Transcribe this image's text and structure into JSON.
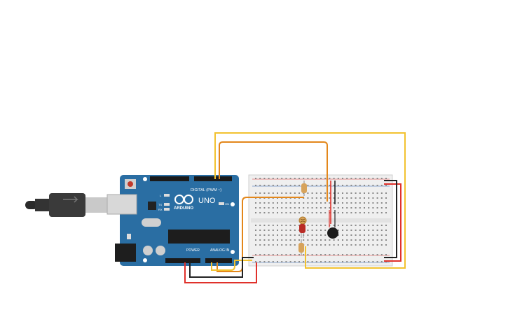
{
  "canvas": {
    "background": "#ffffff"
  },
  "arduino": {
    "brand_text": "ARDUINO",
    "model_text": "UNO",
    "digital_header_text": "DIGITAL (PWM ~)",
    "power_header_text": "POWER",
    "analog_header_text": "ANALOG IN",
    "board_color": "#2a6ea3",
    "led_tx_text": "TX",
    "led_rx_text": "RX",
    "led_l_text": "L",
    "on_text": "ON"
  },
  "wires": {
    "colors": {
      "yellow": "#f2c230",
      "orange": "#e3871b",
      "red": "#e0312b",
      "black": "#222222"
    }
  },
  "components": {
    "resistor_color": "#d7a35b",
    "led_color": "#b92b25",
    "piezo_color": "#1c1c1c",
    "breadboard_color": "#efefef"
  }
}
